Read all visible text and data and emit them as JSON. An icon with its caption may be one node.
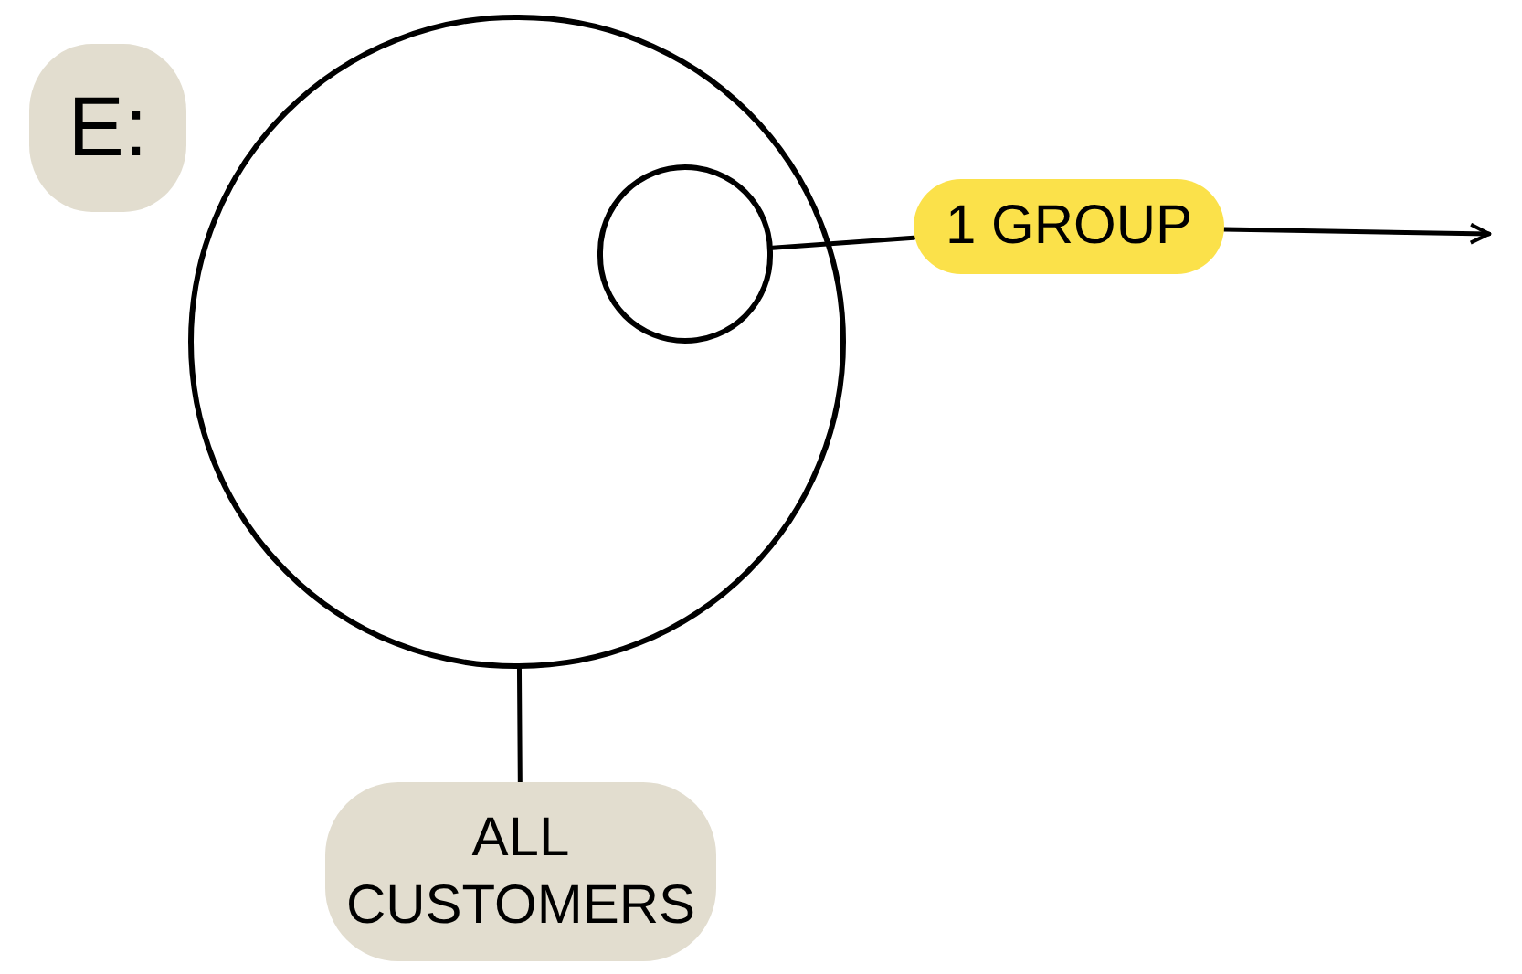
{
  "diagram": {
    "nodes": [
      {
        "text": [
          "E:"
        ]
      },
      {
        "text": [],
        "shape": "circle"
      },
      {
        "text": [],
        "shape": "circle",
        "in": 1
      },
      {
        "text": [
          "1 GROUP"
        ]
      },
      {
        "text": [
          "ALL CUSTOMERS"
        ]
      }
    ],
    "edges": [
      {
        "from": 3,
        "to": 2,
        "arrow": "none"
      },
      {
        "from": 4,
        "to": 1,
        "arrow": "none"
      },
      {
        "from": 3,
        "to": null,
        "arrow": "to"
      }
    ]
  }
}
